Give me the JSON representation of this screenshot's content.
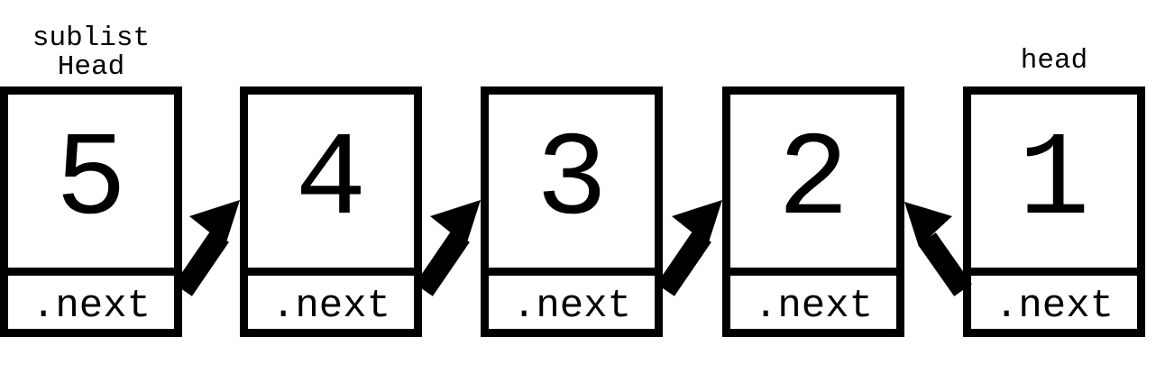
{
  "labels": {
    "sublist_head_line1": "sublist",
    "sublist_head_line2": "Head",
    "head": "head"
  },
  "nodes": [
    {
      "value": "5",
      "next": ".next"
    },
    {
      "value": "4",
      "next": ".next"
    },
    {
      "value": "3",
      "next": ".next"
    },
    {
      "value": "2",
      "next": ".next"
    },
    {
      "value": "1",
      "next": ".next"
    }
  ],
  "colors": {
    "stroke": "#000000",
    "background": "#ffffff"
  }
}
